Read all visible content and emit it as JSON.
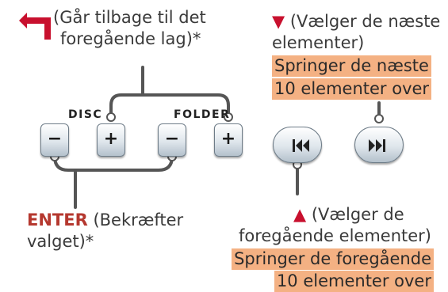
{
  "top_left": {
    "text_line1": "(Går tilbage til det",
    "text_line2": "foregående lag)*"
  },
  "top_right": {
    "marker": "▼",
    "text_line1": " (Vælger de næste",
    "text_line2": "elementer)",
    "highlight_line1": "Springer de næste",
    "highlight_line2": "10 elementer over"
  },
  "labels": {
    "disc": "DISC",
    "folder": "FOLDER"
  },
  "buttons": {
    "minus": "−",
    "plus": "+"
  },
  "bottom_left": {
    "enter": "ENTER",
    "text_line1": " (Bekræfter",
    "text_line2": "valget)*"
  },
  "bottom_right": {
    "marker": "▲",
    "text_line1": " (Vælger de",
    "text_line2": "foregående elementer)",
    "highlight_line1": "Springer de foregående",
    "highlight_line2": "10 elementer over"
  },
  "colors": {
    "marker": "#c8102e",
    "enter": "#b5382f",
    "highlight": "#f4b183",
    "line": "#555555"
  },
  "icons": [
    "return-arrow-icon",
    "previous-track-icon",
    "next-track-icon"
  ]
}
